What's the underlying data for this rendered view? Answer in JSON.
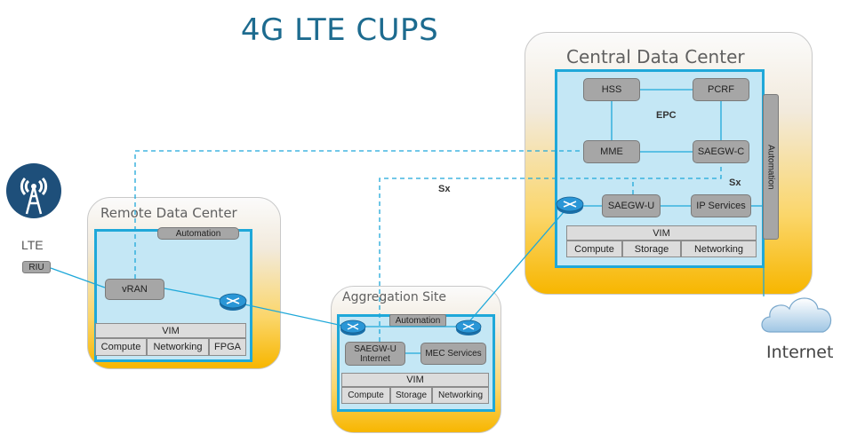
{
  "title": "4G LTE CUPS",
  "lte": {
    "label": "LTE",
    "riu": "RIU"
  },
  "internet": {
    "label": "Internet"
  },
  "central": {
    "title": "Central Data Center",
    "epc": "EPC",
    "sx": "Sx",
    "nodes": {
      "hss": "HSS",
      "pcrf": "PCRF",
      "mme": "MME",
      "saegw_c": "SAEGW-C",
      "saegw_u": "SAEGW-U",
      "ip_services": "IP Services"
    },
    "automation": "Automation",
    "vim": "VIM",
    "cells": [
      "Compute",
      "Storage",
      "Networking"
    ]
  },
  "remote": {
    "title": "Remote Data Center",
    "automation": "Automation",
    "vran": "vRAN",
    "vim": "VIM",
    "cells": [
      "Compute",
      "Networking",
      "FPGA"
    ]
  },
  "aggregation": {
    "title": "Aggregation Site",
    "automation": "Automation",
    "saegw_u_line1": "SAEGW-U",
    "saegw_u_line2": "Internet",
    "mec": "MEC Services",
    "vim": "VIM",
    "cells": [
      "Compute",
      "Storage",
      "Networking"
    ]
  },
  "links": {
    "sx_label": "Sx"
  },
  "colors": {
    "accent": "#1fa8d9",
    "title": "#1d6b8f",
    "site_gradient_end": "#f7b600",
    "router": "#1e88c8"
  }
}
